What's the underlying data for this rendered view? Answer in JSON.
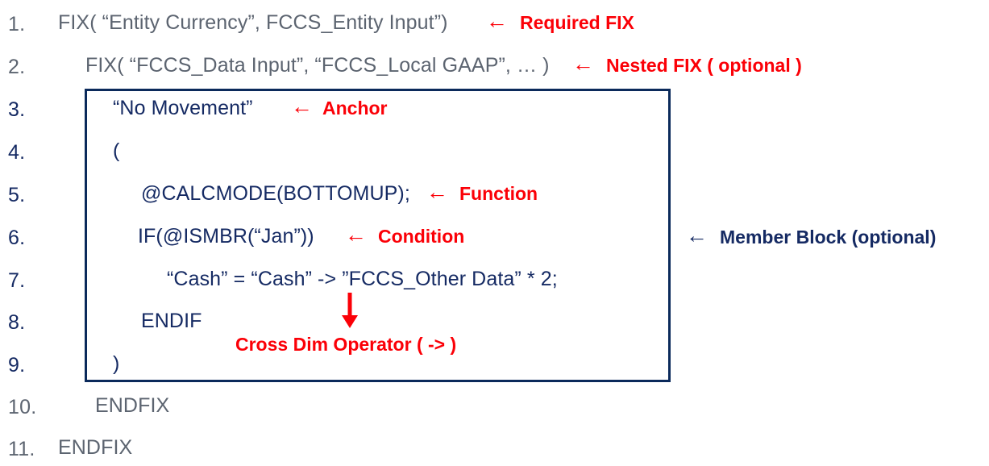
{
  "colors": {
    "grey_text": "#5c6470",
    "navy_text": "#152a63",
    "red_accent": "#fb0007",
    "box_border": "#0b2a5b",
    "background": "#ffffff"
  },
  "code_lines": [
    {
      "number": "1.",
      "text": "FIX( “Entity Currency”, FCCS_Entity Input”)",
      "color": "grey"
    },
    {
      "number": "2.",
      "text": "FIX( “FCCS_Data Input”, “FCCS_Local GAAP”, … )",
      "color": "grey"
    },
    {
      "number": "3.",
      "text": "“No Movement”",
      "color": "navy"
    },
    {
      "number": "4.",
      "text": "(",
      "color": "navy"
    },
    {
      "number": "5.",
      "text": "@CALCMODE(BOTTOMUP);",
      "color": "navy"
    },
    {
      "number": "6.",
      "text": "IF(@ISMBR(“Jan”))",
      "color": "navy"
    },
    {
      "number": "7.",
      "text": "“Cash” = “Cash” -> ”FCCS_Other Data” * 2;",
      "color": "navy"
    },
    {
      "number": "8.",
      "text": "ENDIF",
      "color": "navy"
    },
    {
      "number": "9.",
      "text": ")",
      "color": "navy"
    },
    {
      "number": "10.",
      "text": "ENDFIX",
      "color": "grey"
    },
    {
      "number": "11.",
      "text": "ENDFIX",
      "color": "grey"
    }
  ],
  "annotations": {
    "required_fix": {
      "arrow": "←",
      "label": "Required FIX",
      "color": "#fb0007"
    },
    "nested_fix": {
      "arrow": "←",
      "label": "Nested FIX ( optional )",
      "color": "#fb0007"
    },
    "anchor": {
      "arrow": "←",
      "label": "Anchor",
      "color": "#fb0007"
    },
    "function": {
      "arrow": "←",
      "label": "Function",
      "color": "#fb0007"
    },
    "condition": {
      "arrow": "←",
      "label": "Condition",
      "color": "#fb0007"
    },
    "member_block": {
      "arrow": "←",
      "label": "Member Block (optional)",
      "color": "#152a63"
    },
    "cross_dim": {
      "arrow": "↓",
      "label": "Cross Dim Operator ( -> )",
      "color": "#fb0007"
    }
  }
}
